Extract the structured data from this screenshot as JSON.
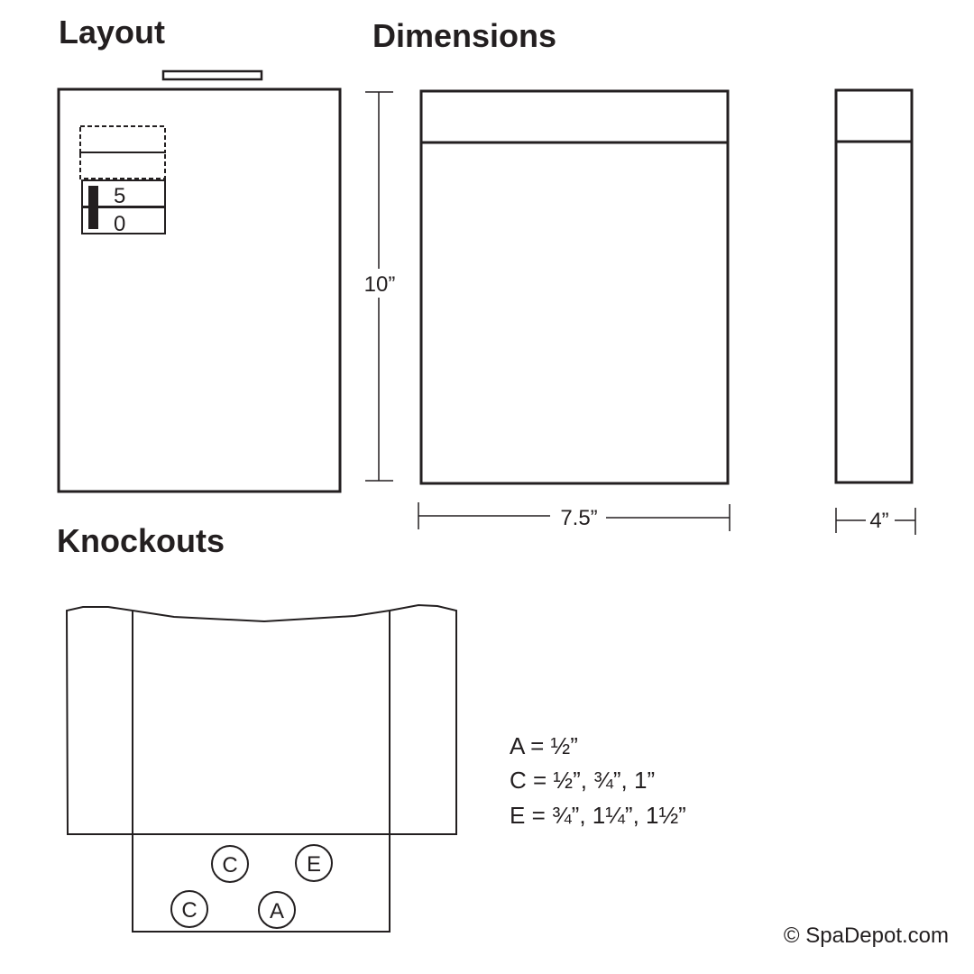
{
  "headings": {
    "layout": "Layout",
    "dimensions": "Dimensions",
    "knockouts": "Knockouts"
  },
  "layout_panel": {
    "breakers": [
      "5",
      "0"
    ]
  },
  "dimensions": {
    "height": "10”",
    "width": "7.5”",
    "depth": "4”"
  },
  "knockouts": {
    "circles": [
      "C",
      "E",
      "C",
      "A"
    ],
    "legend": [
      "A = ½”",
      "C = ½”, ¾”, 1”",
      "E = ¾”, 1¼”, 1½”"
    ]
  },
  "copyright": "© SpaDepot.com"
}
